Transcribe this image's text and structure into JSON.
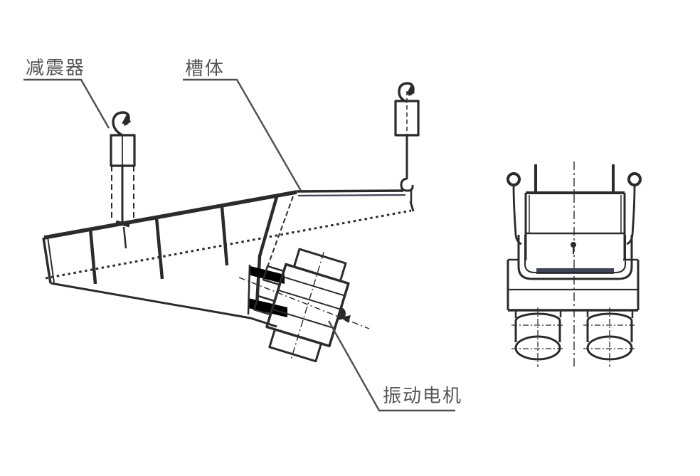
{
  "figure": {
    "kind": "technical line drawing",
    "subject": "suspended vibrating feeder, side view and end view"
  },
  "labels": {
    "damper": "减震器",
    "trough": "槽体",
    "vibration_motor": "振动电机"
  },
  "colors": {
    "ink": "#2b2b2b",
    "accent_slate": "#3f4459",
    "label_text": "#555555",
    "leader_line": "#4f4f4f",
    "background": "#ffffff"
  }
}
